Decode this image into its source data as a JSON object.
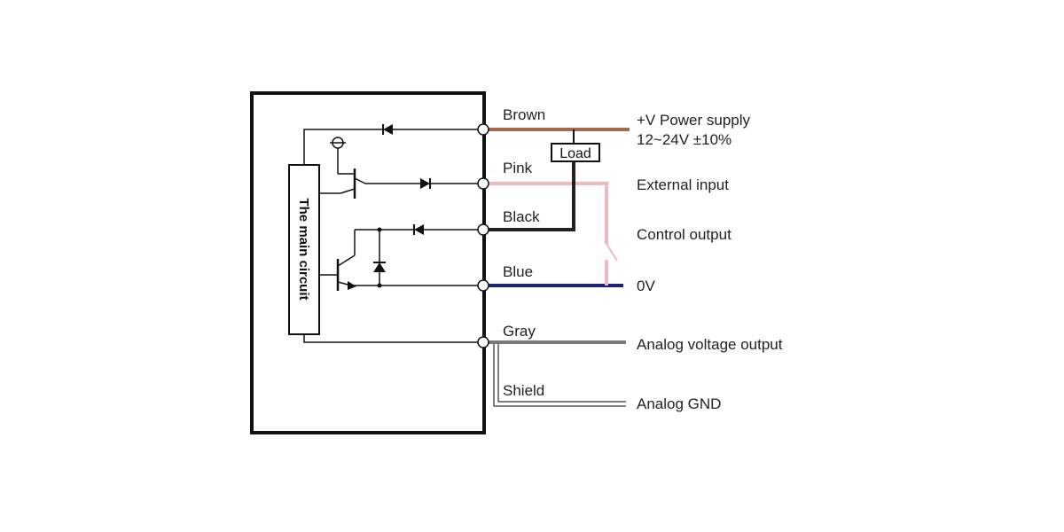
{
  "main_circuit_label": "The main circuit",
  "load_label": "Load",
  "wires": [
    {
      "key": "brown",
      "label": "Brown",
      "color": "#a8694a"
    },
    {
      "key": "pink",
      "label": "Pink",
      "color": "#f0b9be"
    },
    {
      "key": "black",
      "label": "Black",
      "color": "#222222"
    },
    {
      "key": "blue",
      "label": "Blue",
      "color": "#1f2377"
    },
    {
      "key": "gray",
      "label": "Gray",
      "color": "#7a7a7a"
    },
    {
      "key": "shield",
      "label": "Shield",
      "color": "#555555"
    }
  ],
  "functions": {
    "power_line1": "+V  Power supply",
    "power_line2": "12~24V ±10%",
    "external_input": "External input",
    "control_output": "Control output",
    "zero_v": "0V",
    "analog_voltage_output": "Analog voltage output",
    "analog_gnd": "Analog GND"
  }
}
